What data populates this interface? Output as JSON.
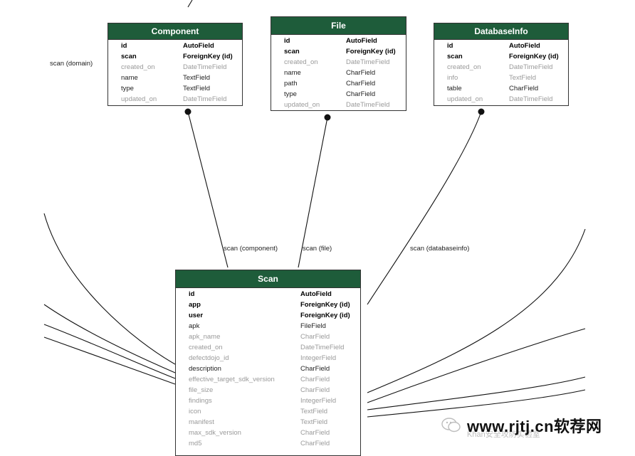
{
  "labels": {
    "scan_domain": "scan (domain)",
    "scan_component": "scan (component)",
    "scan_file": "scan (file)",
    "scan_databaseinfo": "scan (databaseinfo)"
  },
  "entities": {
    "component": {
      "title": "Component",
      "fields": [
        {
          "name": "id",
          "type": "AutoField"
        },
        {
          "name": "scan",
          "type": "ForeignKey (id)"
        },
        {
          "name": "created_on",
          "type": "DateTimeField"
        },
        {
          "name": "name",
          "type": "TextField"
        },
        {
          "name": "type",
          "type": "TextField"
        },
        {
          "name": "updated_on",
          "type": "DateTimeField"
        }
      ]
    },
    "file": {
      "title": "File",
      "fields": [
        {
          "name": "id",
          "type": "AutoField"
        },
        {
          "name": "scan",
          "type": "ForeignKey (id)"
        },
        {
          "name": "created_on",
          "type": "DateTimeField"
        },
        {
          "name": "name",
          "type": "CharField"
        },
        {
          "name": "path",
          "type": "CharField"
        },
        {
          "name": "type",
          "type": "CharField"
        },
        {
          "name": "updated_on",
          "type": "DateTimeField"
        }
      ]
    },
    "databaseinfo": {
      "title": "DatabaseInfo",
      "fields": [
        {
          "name": "id",
          "type": "AutoField"
        },
        {
          "name": "scan",
          "type": "ForeignKey (id)"
        },
        {
          "name": "created_on",
          "type": "DateTimeField"
        },
        {
          "name": "info",
          "type": "TextField"
        },
        {
          "name": "table",
          "type": "CharField"
        },
        {
          "name": "updated_on",
          "type": "DateTimeField"
        }
      ]
    },
    "scan": {
      "title": "Scan",
      "fields": [
        {
          "name": "id",
          "type": "AutoField"
        },
        {
          "name": "app",
          "type": "ForeignKey (id)"
        },
        {
          "name": "user",
          "type": "ForeignKey (id)"
        },
        {
          "name": "apk",
          "type": "FileField"
        },
        {
          "name": "apk_name",
          "type": "CharField"
        },
        {
          "name": "created_on",
          "type": "DateTimeField"
        },
        {
          "name": "defectdojo_id",
          "type": "IntegerField"
        },
        {
          "name": "description",
          "type": "CharField"
        },
        {
          "name": "effective_target_sdk_version",
          "type": "CharField"
        },
        {
          "name": "file_size",
          "type": "CharField"
        },
        {
          "name": "findings",
          "type": "IntegerField"
        },
        {
          "name": "icon",
          "type": "TextField"
        },
        {
          "name": "manifest",
          "type": "TextField"
        },
        {
          "name": "max_sdk_version",
          "type": "CharField"
        },
        {
          "name": "md5",
          "type": "CharField"
        }
      ]
    }
  },
  "watermark": {
    "text": "www.rjtj.cn软荐网",
    "subtext": "Khan安全攻防实验室",
    "icon": "wechat-icon"
  }
}
